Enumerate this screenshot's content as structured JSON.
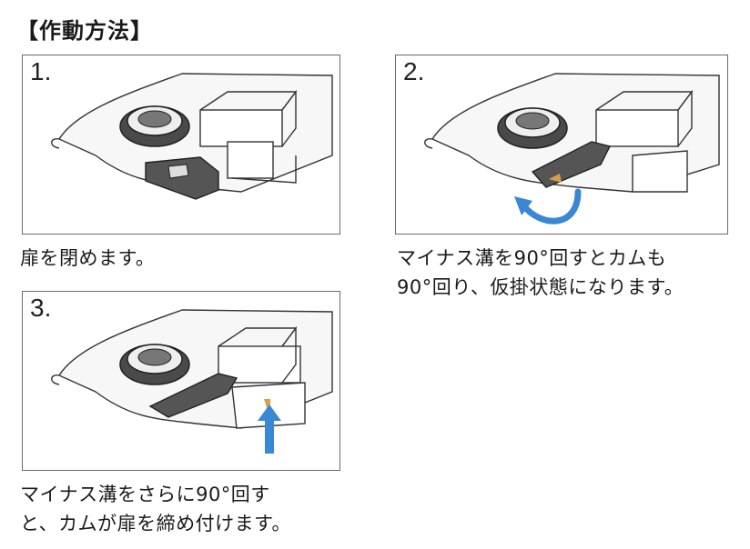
{
  "heading": "【作動方法】",
  "colors": {
    "arrow": "#3a87d4",
    "line": "#333333",
    "fill_dark": "#4a4a4a"
  },
  "steps": [
    {
      "number": "1.",
      "caption": "扉を閉めます。"
    },
    {
      "number": "2.",
      "caption": "マイナス溝を90°回すとカムも\n90°回り、仮掛状態になります。"
    },
    {
      "number": "3.",
      "caption": "マイナス溝をさらに90°回す\nと、カムが扉を締め付けます。"
    }
  ],
  "icons": {
    "step2": "rotate-arrow-icon",
    "step3": "up-arrow-icon"
  }
}
